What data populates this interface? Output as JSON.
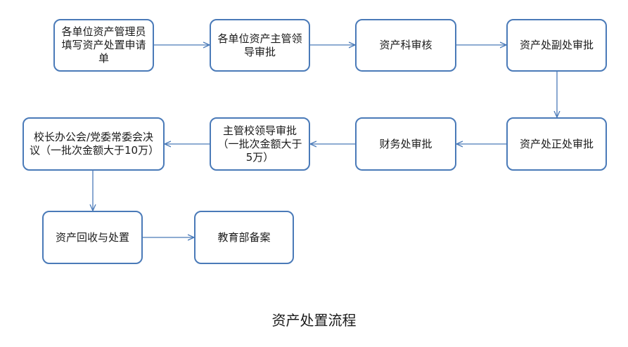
{
  "diagram": {
    "nodes": [
      {
        "id": "n1",
        "text": "各单位资产管理员填写资产处置申请单"
      },
      {
        "id": "n2",
        "text": "各单位资产主管领导审批"
      },
      {
        "id": "n3",
        "text": "资产科审核"
      },
      {
        "id": "n4",
        "text": "资产处副处审批"
      },
      {
        "id": "n5",
        "text": "资产处正处审批"
      },
      {
        "id": "n6",
        "text": "财务处审批"
      },
      {
        "id": "n7",
        "text": "主管校领导审批（一批次金额大于5万）"
      },
      {
        "id": "n8",
        "text": "校长办公会/党委常委会决议（一批次金额大于10万）"
      },
      {
        "id": "n9",
        "text": "资产回收与处置"
      },
      {
        "id": "n10",
        "text": "教育部备案"
      }
    ],
    "caption": "资产处置流程",
    "colors": {
      "border": "#4A7AB8",
      "arrow": "#4A7AB8",
      "text": "#1a1a1a"
    }
  }
}
